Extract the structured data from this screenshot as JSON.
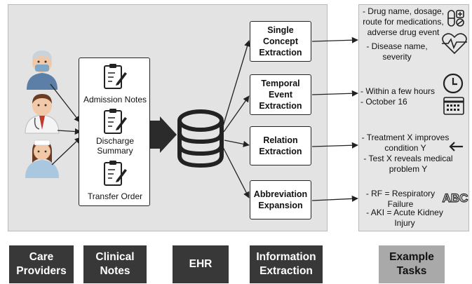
{
  "notes": {
    "admission": "Admission Notes",
    "discharge_line1": "Discharge",
    "discharge_line2": "Summary",
    "transfer": "Transfer Order"
  },
  "extraction": {
    "single": [
      "Single",
      "Concept",
      "Extraction"
    ],
    "temporal": [
      "Temporal",
      "Event",
      "Extraction"
    ],
    "relation": [
      "Relation",
      "Extraction"
    ],
    "abbreviation": [
      "Abbreviation",
      "Expansion"
    ]
  },
  "tasks": {
    "drug": [
      "- Drug name, dosage,",
      "route for medications,",
      "adverse drug event"
    ],
    "disease": [
      "- Disease name,",
      "severity"
    ],
    "temporal": [
      "- Within a few hours",
      "- October 16"
    ],
    "relation1": [
      "- Treatment X improves",
      "condition Y"
    ],
    "relation2": [
      "- Test X reveals medical",
      "problem Y"
    ],
    "abbrev1": [
      "- RF = Respiratory",
      "Failure"
    ],
    "abbrev2": [
      "- AKI = Acute Kidney",
      "Injury"
    ],
    "abc_logo": "ABC"
  },
  "footer": {
    "care_providers": [
      "Care",
      "Providers"
    ],
    "clinical_notes": [
      "Clinical",
      "Notes"
    ],
    "ehr": "EHR",
    "information_extraction": [
      "Information",
      "Extraction"
    ],
    "example_tasks": [
      "Example",
      "Tasks"
    ]
  },
  "icons": [
    "doctor-icon",
    "physician-icon",
    "nurse-icon",
    "clipboard-icon",
    "database-icon",
    "pills-icon",
    "heartbeat-icon",
    "clock-icon",
    "calendar-icon",
    "arrow-left-icon",
    "abc-icon"
  ],
  "colors": {
    "panel": "#e3e3e3",
    "footer_dark": "#383838",
    "footer_light": "#a9a9a9"
  }
}
